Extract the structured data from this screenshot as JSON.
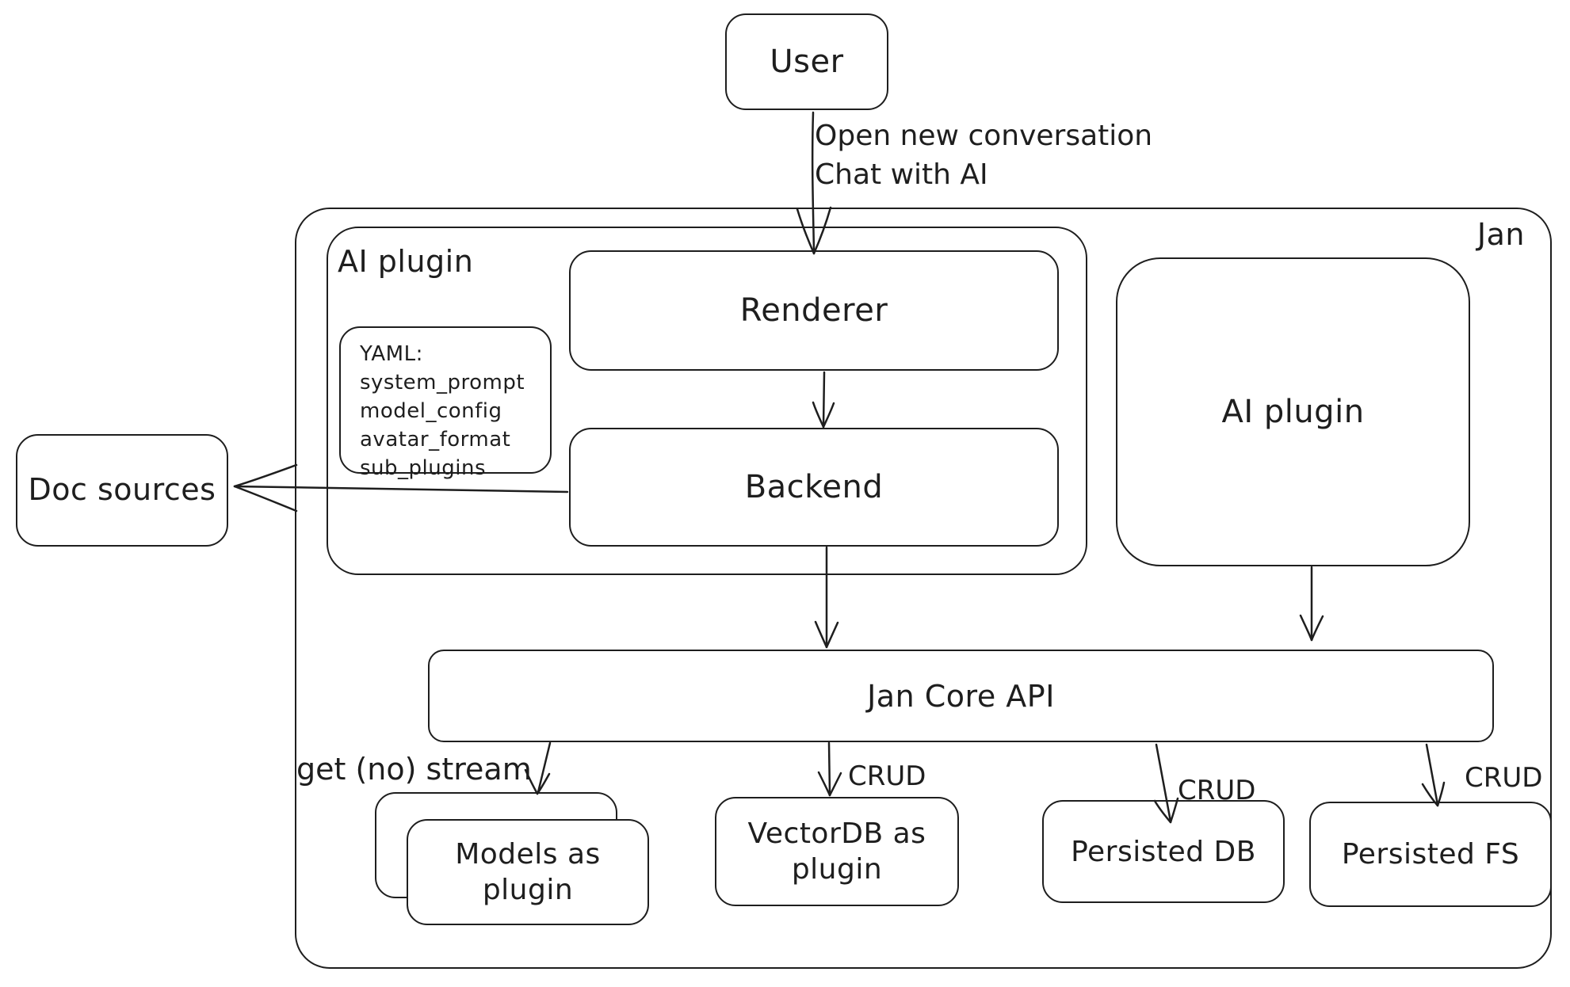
{
  "diagram": {
    "user": {
      "label": "User"
    },
    "flow_label": {
      "line1": "Open new conversation",
      "line2": "Chat with AI"
    },
    "jan_container": {
      "label": "Jan"
    },
    "ai_plugin_container": {
      "label": "AI plugin"
    },
    "yaml_note": {
      "lines": [
        "YAML:",
        "system_prompt",
        "model_config",
        "avatar_format",
        "sub_plugins"
      ]
    },
    "renderer": {
      "label": "Renderer"
    },
    "backend": {
      "label": "Backend"
    },
    "ai_plugin_box": {
      "label": "AI plugin"
    },
    "doc_sources": {
      "label": "Doc sources"
    },
    "jan_core_api": {
      "label": "Jan Core API"
    },
    "models_plugin": {
      "label": "Models as plugin"
    },
    "vectordb_plugin": {
      "label": "VectorDB as plugin"
    },
    "persisted_db": {
      "label": "Persisted DB"
    },
    "persisted_fs": {
      "label": "Persisted FS"
    },
    "edge_labels": {
      "get_stream": "get (no) stream",
      "crud_vectordb": "CRUD",
      "crud_persisted_db": "CRUD",
      "crud_persisted_fs": "CRUD"
    }
  },
  "colors": {
    "stroke": "#1e1e1e",
    "background": "#ffffff"
  }
}
